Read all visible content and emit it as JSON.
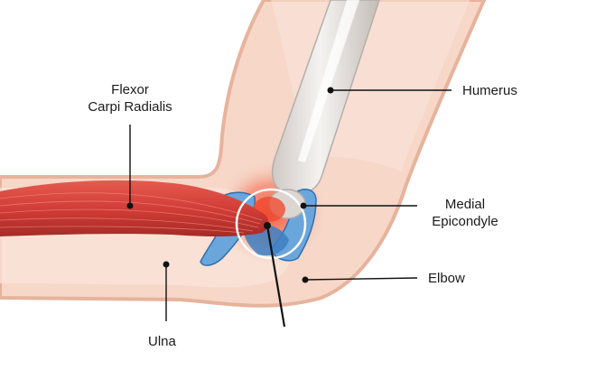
{
  "labels": {
    "flexor": [
      "Flexor",
      "Carpi Radialis"
    ],
    "humerus": "Humerus",
    "medial": [
      "Medial",
      "Epicondyle"
    ],
    "elbow": "Elbow",
    "ulna": "Ulna"
  },
  "colors": {
    "skin_fill": "#f6d7c8",
    "skin_outline": "#e7b39c",
    "skin_inner": "#fbe6dc",
    "bone": "#e6e2df",
    "bone_shade": "#c9c3bf",
    "muscle": "#d9453d",
    "muscle_dark": "#a82c28",
    "ligament": "#6aa6dc",
    "ligament_dark": "#2f6fb0",
    "inflammation": "#f04a2f",
    "leader": "#111111"
  }
}
